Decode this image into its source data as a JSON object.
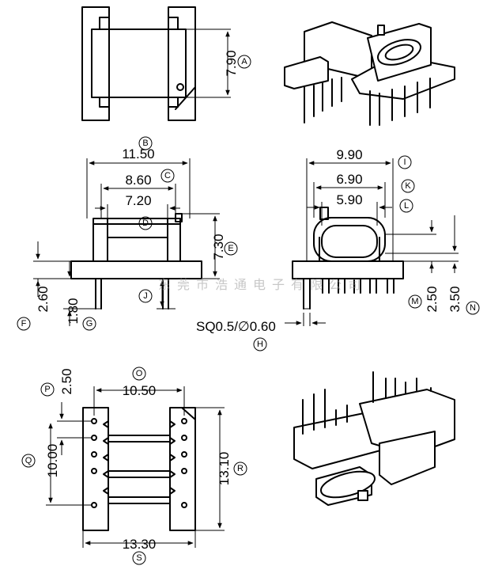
{
  "dimensions": {
    "a": "7.90",
    "b": "11.50",
    "c": "8.60",
    "d": "7.20",
    "e": "7.30",
    "f": "2.60",
    "g": "1.80",
    "h": "SQ0.5/∅0.60",
    "i": "9.90",
    "k": "6.90",
    "l": "5.90",
    "m": "2.50",
    "n": "3.50",
    "o": "10.50",
    "p": "2.50",
    "q": "10.00",
    "r": "13.10",
    "s": "13.30"
  },
  "labels": {
    "a": "A",
    "b": "B",
    "c": "C",
    "d": "D",
    "e": "E",
    "f": "F",
    "g": "G",
    "h": "H",
    "i": "I",
    "j": "J",
    "k": "K",
    "l": "L",
    "m": "M",
    "n": "N",
    "o": "O",
    "p": "P",
    "q": "Q",
    "r": "R",
    "s": "S"
  },
  "watermark": "东莞市浩通电子有限公司"
}
